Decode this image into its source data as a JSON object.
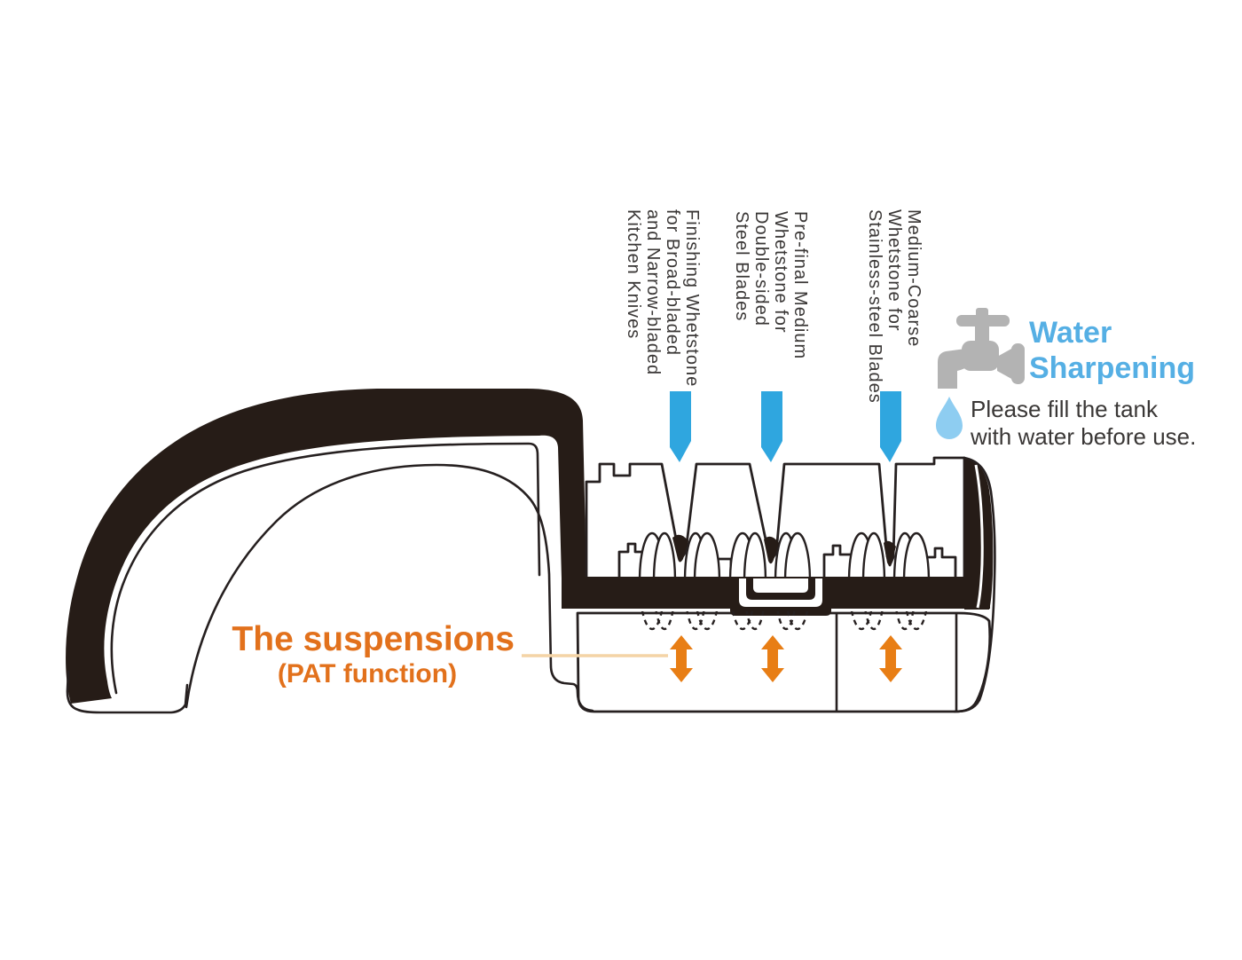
{
  "whetstone_labels": [
    {
      "lines": [
        "Finishing Whetstone",
        "for Broad-bladed",
        "and Narrow-bladed",
        "Kitchen Knives"
      ]
    },
    {
      "lines": [
        "Pre-final Medium",
        "Whetstone for",
        "Double-sided",
        "Steel Blades"
      ]
    },
    {
      "lines": [
        "Medium-Coarse",
        "Whetstone for",
        "Stainless-steel Blades"
      ]
    }
  ],
  "suspensions": {
    "title": "The suspensions",
    "subtitle": "(PAT function)"
  },
  "water_sharpening": {
    "heading_line1": "Water",
    "heading_line2": "Sharpening",
    "note_line1": "Please fill the tank",
    "note_line2": "with water before use."
  },
  "icons": {
    "faucet": "faucet-icon",
    "water_drop": "water-drop-icon",
    "blade_slot_arrow": "down-arrow-icon",
    "suspension_motion": "up-down-arrow-icon"
  },
  "colors": {
    "body_dark": "#261C17",
    "outline": "#262020",
    "blue_arrow": "#2FA6DF",
    "water_heading": "#55AFE4",
    "water_drop": "#8ECDF1",
    "faucet_gray": "#B3B3B3",
    "orange": "#E87E15",
    "orange_text": "#E2711C",
    "leader": "#F4D4A6",
    "label_text": "#3A3736",
    "note_text": "#3A3736"
  }
}
